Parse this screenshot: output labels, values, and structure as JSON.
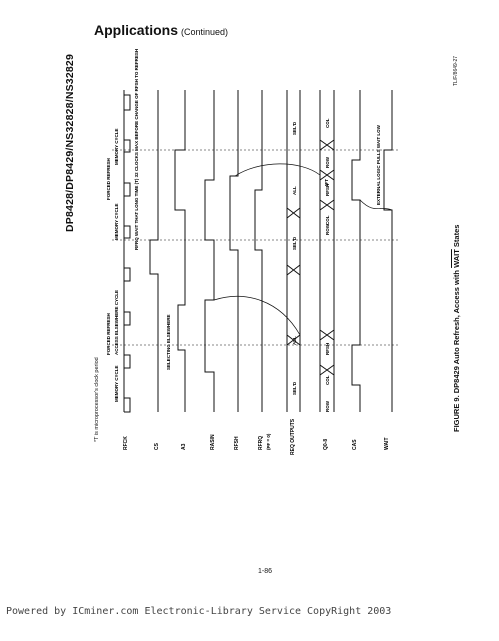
{
  "side_title": "DP8428/DP8429/NS32828/NS32829",
  "header": {
    "title": "Applications",
    "subtitle": "(Continued)"
  },
  "figure_code": "TL/F/8649-27",
  "caption": {
    "prefix": "FIGURE 9. DP8429 Auto Refresh, Access with ",
    "wait": "WAIT",
    "suffix": " States"
  },
  "footnote": "*T is microprocessor's clock period",
  "page_number": "1-86",
  "footer": "Powered by ICminer.com Electronic-Library Service CopyRight 2003",
  "signals": [
    "RFCK",
    "CS",
    "A3",
    "RASIN",
    "RFSH",
    "RFRQ",
    "REQ OUTPUTS",
    "Q0-8",
    "CAS",
    "WAIT"
  ],
  "bus_labels": {
    "q_first": [
      "ROW",
      "COL",
      "RFSH"
    ],
    "q_second": [
      "ROW",
      "COL",
      "RFSH",
      "ROW",
      "COL"
    ],
    "req_first": [
      "SEL'D",
      "ALL"
    ],
    "req_second": [
      "SEL'D",
      "ALL",
      "SEL'D"
    ]
  },
  "annotations": {
    "memory_cycle": "MEMORY CYCLE",
    "forced_refresh": "FORCED REFRESH",
    "access_elsewhere": "ACCESS ELSEWHERE CYCLE",
    "selecting_elsewhere": "SELECTING ELSEWHERE",
    "rfrq_clocks": "RFRQ WAIT THAT LONG TIME (T) 32 CLOCKS MAX BEFORE CHANGE OF RFSH TO REFRESH",
    "external_logic": "EXTERNAL LOGIC PULLS WAIT LOW",
    "p_type": "(PF = 0)",
    "rfsh_arrow": "tFT"
  }
}
